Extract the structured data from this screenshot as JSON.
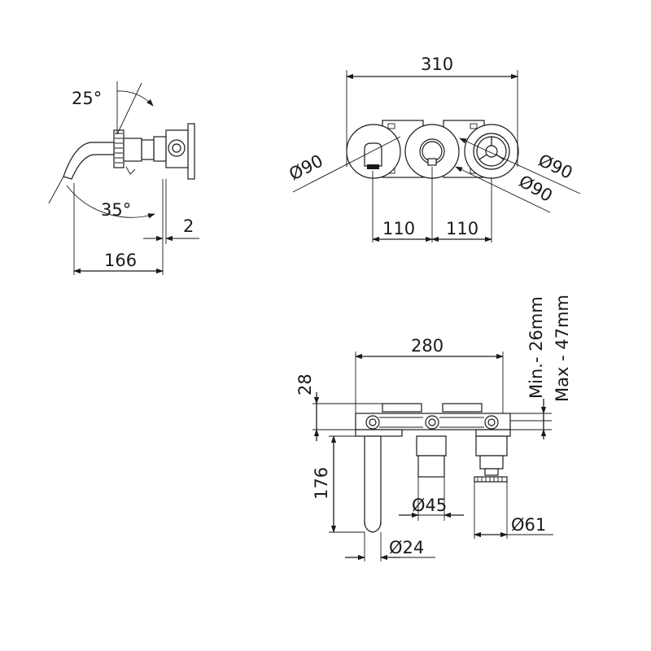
{
  "side_view": {
    "angle_top": "25°",
    "angle_bottom": "35°",
    "dim_plate": "2",
    "dim_depth": "166"
  },
  "front_view": {
    "dim_width": "310",
    "dia_left": "Ø90",
    "dia_right_top": "Ø90",
    "dia_right_bottom": "Ø90",
    "dim_spacing_left": "110",
    "dim_spacing_right": "110"
  },
  "bottom_view": {
    "dim_width": "280",
    "dim_height": "28",
    "wall_min": "Min.- 26mm",
    "wall_max": "Max - 47mm",
    "dim_spout": "176",
    "dia_body": "Ø45",
    "dia_spout": "Ø24",
    "dia_handle": "Ø61"
  }
}
